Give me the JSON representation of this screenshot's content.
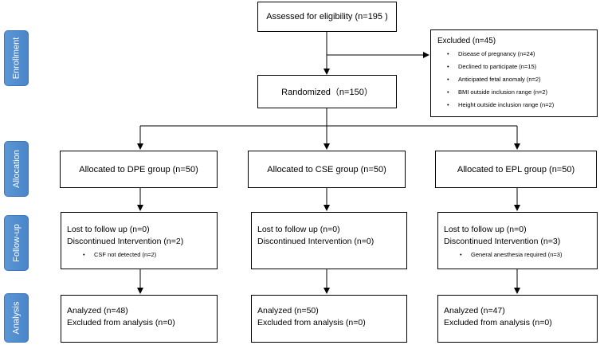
{
  "stages": {
    "enrollment": "Enrollment",
    "allocation": "Allocation",
    "followup": "Follow-up",
    "analysis": "Analysis"
  },
  "assessed": "Assessed for eligibility (n=195 )",
  "excluded": {
    "title": "Excluded (n=45)",
    "items": [
      "Disease of pregnancy (n=24)",
      "Declined to participate (n=15)",
      "Anticipated fetal anomaly (n=2)",
      "BMI outside inclusion range (n=2)",
      "Height outside inclusion range (n=2)"
    ]
  },
  "randomized": "Randomized（n=150）",
  "groups": [
    {
      "allocated": "Allocated to DPE group (n=50)",
      "lost": "Lost to follow up (n=0)",
      "discontinued": "Discontinued Intervention (n=2)",
      "reason": "CSF not detected (n=2)",
      "analyzed": "Analyzed (n=48)",
      "excluded": "Excluded from analysis (n=0)"
    },
    {
      "allocated": "Allocated to CSE group (n=50)",
      "lost": "Lost to follow up (n=0)",
      "discontinued": "Discontinued Intervention (n=0)",
      "reason": "",
      "analyzed": "Analyzed (n=50)",
      "excluded": "Excluded from analysis (n=0)"
    },
    {
      "allocated": "Allocated to EPL group (n=50)",
      "lost": "Lost to follow up (n=0)",
      "discontinued": "Discontinued Intervention (n=3)",
      "reason": "General anesthesia required (n=3)",
      "analyzed": "Analyzed (n=47)",
      "excluded": "Excluded from analysis (n=0)"
    }
  ]
}
